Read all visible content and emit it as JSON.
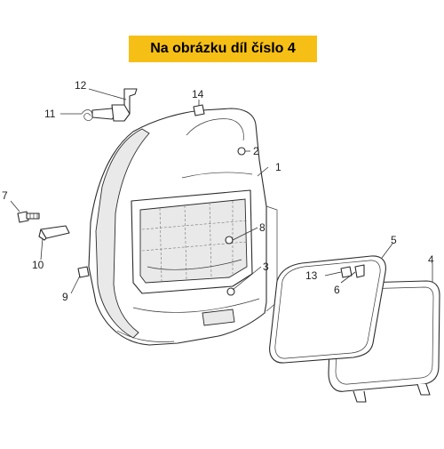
{
  "banner": {
    "text": "Na obrázku díl číslo 4",
    "background": "#f6bf16"
  },
  "callouts": [
    "1",
    "2",
    "3",
    "4",
    "5",
    "6",
    "7",
    "8",
    "9",
    "10",
    "11",
    "12",
    "13",
    "14"
  ]
}
